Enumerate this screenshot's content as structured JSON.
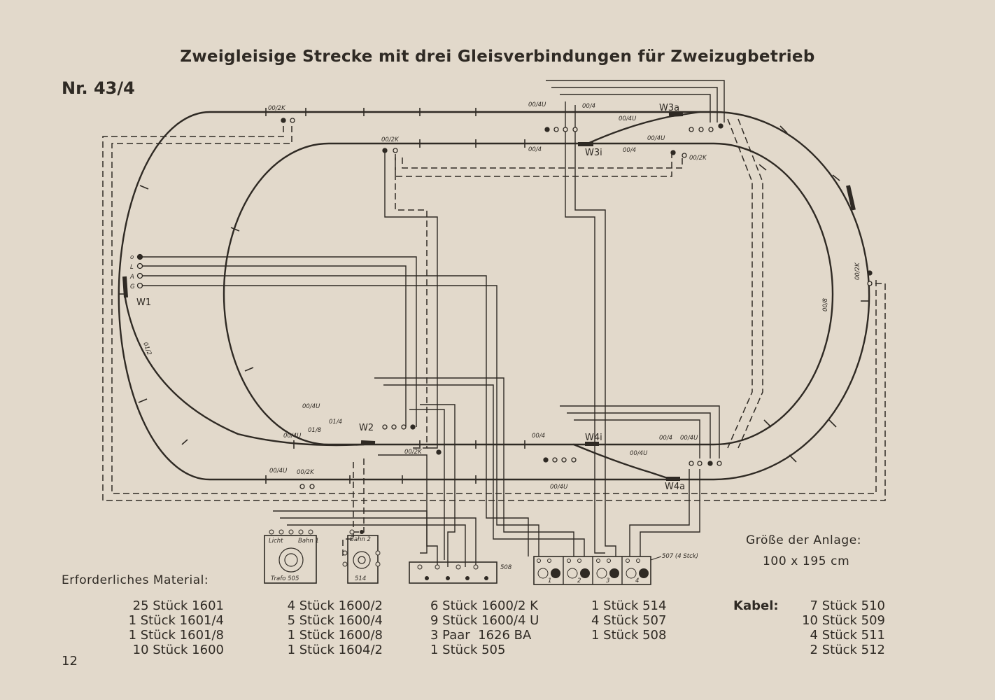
{
  "title": "Zweigleisige Strecke mit drei Gleisverbindungen für Zweizugbetrieb",
  "plan_number": "Nr. 43/4",
  "size": {
    "label": "Größe der Anlage:",
    "value": "100 x 195 cm"
  },
  "material": {
    "label": "Erforderliches Material:",
    "columns": [
      [
        "25 Stück 1601",
        "1 Stück 1601/4",
        "1 Stück 1601/8",
        "10 Stück 1600"
      ],
      [
        "4 Stück 1600/2",
        "5 Stück 1600/4",
        "1 Stück 1600/8",
        "1 Stück 1604/2"
      ],
      [
        "6 Stück 1600/2 K",
        "9 Stück 1600/4 U",
        "3 Paar  1626 BA",
        "1 Stück 505"
      ],
      [
        "1 Stück 514",
        "4 Stück 507",
        "1 Stück 508"
      ]
    ],
    "cable_label": "Kabel:",
    "cables": [
      "7 Stück 510",
      "10 Stück 509",
      "4 Stück 511",
      "2 Stück 512"
    ]
  },
  "page_number": "12",
  "diagram_labels": {
    "w1": "W1",
    "w2": "W2",
    "w3a": "W3a",
    "w3i": "W3i",
    "w4i": "W4i",
    "w4a": "W4a",
    "t_0012k": "00/2K",
    "t_0014u": "00/4U",
    "t_0014": "00/4",
    "t_0018": "00/8",
    "t_012": "01/2",
    "t_014": "01/4",
    "t_018": "01/8",
    "licht": "Licht",
    "bahn1": "Bahn 1",
    "bahn2": "Bahn 2",
    "trafo": "Trafo 505",
    "box514": "514",
    "box508": "508",
    "box507": "507 (4 Stck)",
    "n1": "1",
    "n2": "2",
    "n3": "3",
    "n4": "4",
    "pin_o": "o",
    "pin_l": "L",
    "pin_a": "A",
    "pin_g": "G"
  }
}
